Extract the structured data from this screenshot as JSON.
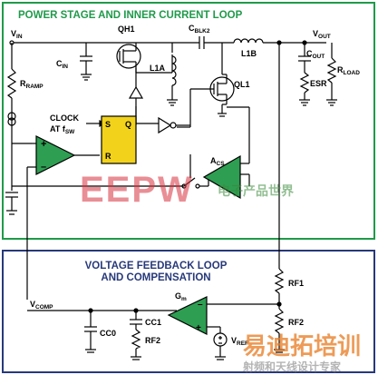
{
  "colors": {
    "power_box": "#1f9a4a",
    "feedback_box": "#27397a",
    "opamp_fill": "#2e9e52",
    "logic_fill": "#f2d21b",
    "wm_red": "#d8323f",
    "wm_orange": "#e87a1f",
    "wm_green": "#3a8a3a"
  },
  "power_stage": {
    "title": "POWER STAGE AND INNER CURRENT LOOP",
    "vin": {
      "main": "V",
      "sub": "IN"
    },
    "cin": {
      "main": "C",
      "sub": "IN"
    },
    "rramp": {
      "main": "R",
      "sub": "RAMP"
    },
    "qh1": "QH1",
    "cblk2": {
      "main": "C",
      "sub": "BLK2"
    },
    "l1a": "L1A",
    "l1b": "L1B",
    "ql1": "QL1",
    "vout": {
      "main": "V",
      "sub": "OUT"
    },
    "cout": {
      "main": "C",
      "sub": "OUT"
    },
    "esr": "ESR",
    "rload": {
      "main": "R",
      "sub": "LOAD"
    },
    "clock_line1": "CLOCK",
    "clock_line2": {
      "main": "AT f",
      "sub": "SW"
    },
    "latch": {
      "s": "S",
      "q": "Q",
      "r": "R"
    },
    "acs": {
      "main": "A",
      "sub": "CS"
    }
  },
  "feedback": {
    "title_line1": "VOLTAGE FEEDBACK LOOP",
    "title_line2": "AND COMPENSATION",
    "vcomp": {
      "main": "V",
      "sub": "COMP"
    },
    "cc0": "CC0",
    "cc1": "CC1",
    "rf2_comp": "RF2",
    "gm": {
      "main": "G",
      "sub": "m"
    },
    "vref": {
      "main": "V",
      "sub": "REF"
    },
    "rf1": "RF1",
    "rf2_div": "RF2"
  },
  "watermarks": {
    "eepw": "EEPW",
    "eepw_cn": "电子产品世界",
    "brand_cn": "易迪拓培训",
    "brand_sub": "射频和天线设计专家"
  }
}
